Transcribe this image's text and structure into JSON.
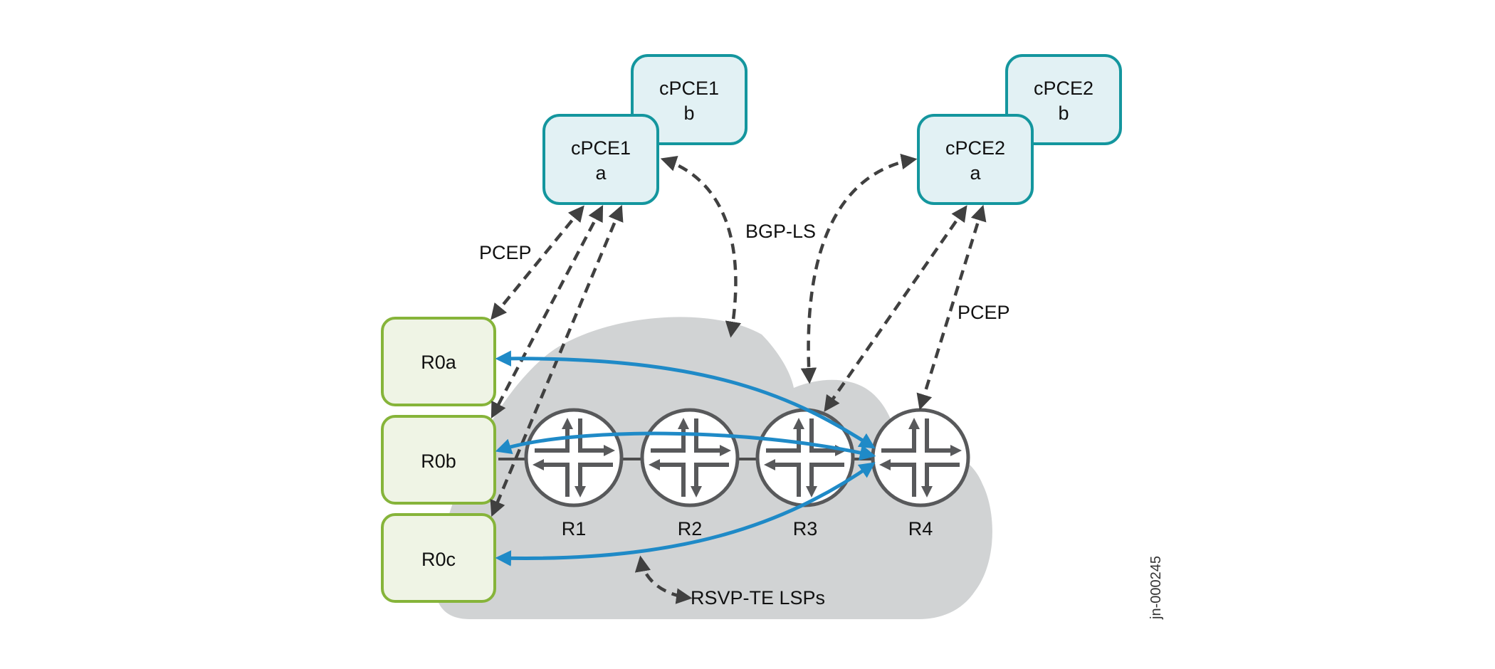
{
  "diagram": {
    "controllers": [
      {
        "id": "cpce1a",
        "line1": "cPCE1",
        "line2": "a"
      },
      {
        "id": "cpce1b",
        "line1": "cPCE1",
        "line2": "b"
      },
      {
        "id": "cpce2a",
        "line1": "cPCE2",
        "line2": "a"
      },
      {
        "id": "cpce2b",
        "line1": "cPCE2",
        "line2": "b"
      }
    ],
    "ingress_routers": [
      {
        "id": "r0a",
        "label": "R0a"
      },
      {
        "id": "r0b",
        "label": "R0b"
      },
      {
        "id": "r0c",
        "label": "R0c"
      }
    ],
    "core_routers": [
      {
        "id": "r1",
        "label": "R1"
      },
      {
        "id": "r2",
        "label": "R2"
      },
      {
        "id": "r3",
        "label": "R3"
      },
      {
        "id": "r4",
        "label": "R4"
      }
    ],
    "protocols": {
      "pcep_left": "PCEP",
      "pcep_right": "PCEP",
      "bgp_ls": "BGP-LS",
      "rsvp": "RSVP-TE LSPs"
    },
    "figure_id": "jn-000245",
    "colors": {
      "controller_stroke": "#14969e",
      "controller_fill": "#e2f1f4",
      "ingress_stroke": "#86b43a",
      "ingress_fill": "#eff4e5",
      "lsp": "#1f8ac7",
      "cloud": "#d1d3d4",
      "signaling": "#404040"
    }
  }
}
